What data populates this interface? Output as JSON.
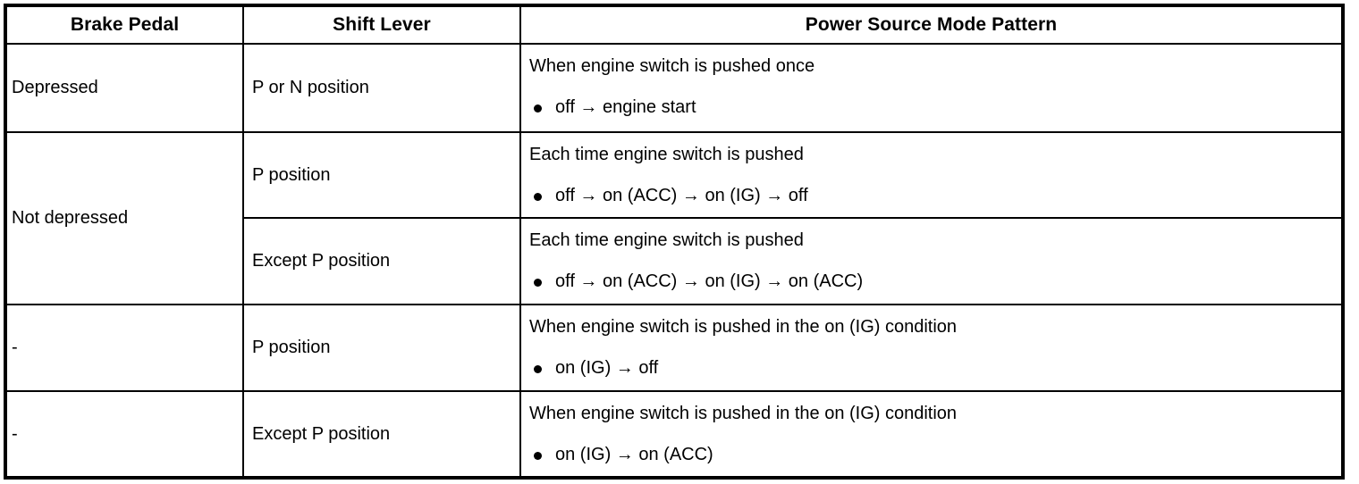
{
  "table": {
    "headers": [
      {
        "label": "Brake Pedal"
      },
      {
        "label": "Shift Lever"
      },
      {
        "label": "Power Source Mode Pattern"
      }
    ],
    "rows": [
      {
        "brake_pedal": "Depressed",
        "shift_lever": "P or N position",
        "pattern_heading": "When engine switch is pushed once",
        "pattern_bullets": [
          "off → engine start"
        ]
      },
      {
        "brake_pedal": "Not depressed",
        "shift_lever": "P position",
        "pattern_heading": "Each time engine switch is pushed",
        "pattern_bullets": [
          "off → on (ACC) → on (IG) → off"
        ]
      },
      {
        "brake_pedal": "",
        "shift_lever": "Except P position",
        "pattern_heading": "Each time engine switch is pushed",
        "pattern_bullets": [
          "off → on (ACC) → on (IG) → on (ACC)"
        ]
      },
      {
        "brake_pedal": "-",
        "shift_lever": "P position",
        "pattern_heading": "When engine switch is pushed in the on (IG) condition",
        "pattern_bullets": [
          "on (IG) → off"
        ]
      },
      {
        "brake_pedal": "-",
        "shift_lever": "Except P position",
        "pattern_heading": "When engine switch is pushed in the on (IG) condition",
        "pattern_bullets": [
          "on (IG) → on (ACC)"
        ]
      }
    ],
    "colors": {
      "border": "#000000",
      "text": "#000000",
      "background": "#ffffff"
    }
  }
}
